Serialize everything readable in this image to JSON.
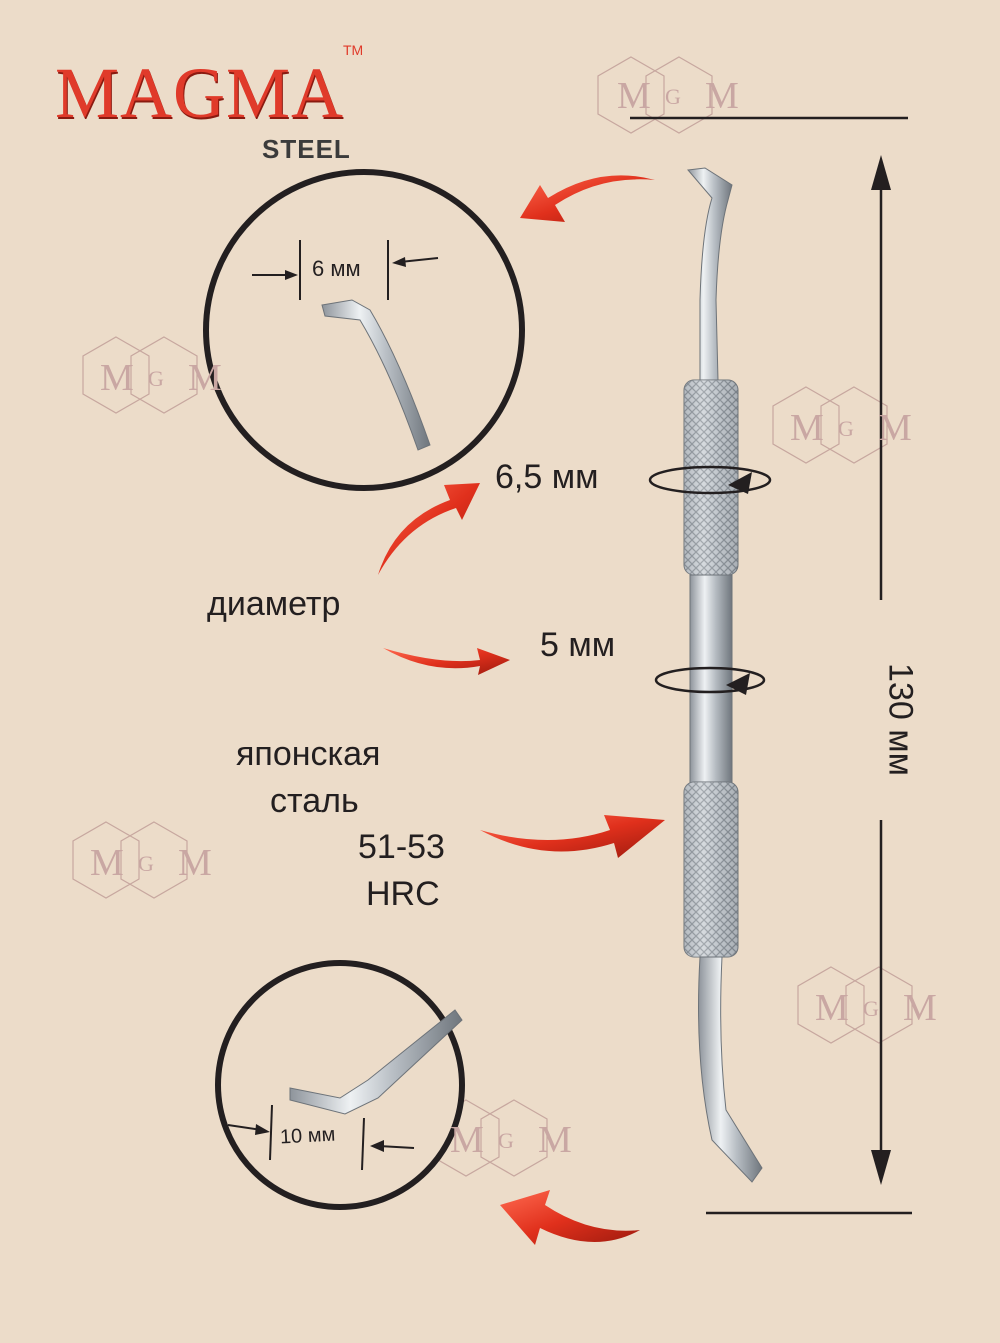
{
  "brand": {
    "name": "MAGMA",
    "trademark": "TM",
    "sub": "STEEL"
  },
  "watermark": {
    "letters": [
      "M",
      "G",
      "M"
    ]
  },
  "dimensions": {
    "top_tip_width": "6 мм",
    "bottom_tip_width": "10 мм",
    "diameter_large": "6,5 мм",
    "diameter_small": "5 мм",
    "length": "130 мм"
  },
  "labels": {
    "diameter": "диаметр",
    "steel_line1": "японская",
    "steel_line2": "сталь",
    "hardness_line1": "51-53",
    "hardness_line2": "HRC"
  },
  "colors": {
    "background": "#ecdcc9",
    "brand": "#e03a2a",
    "arrow": "#d8321f",
    "steel": "#b9bec4"
  }
}
